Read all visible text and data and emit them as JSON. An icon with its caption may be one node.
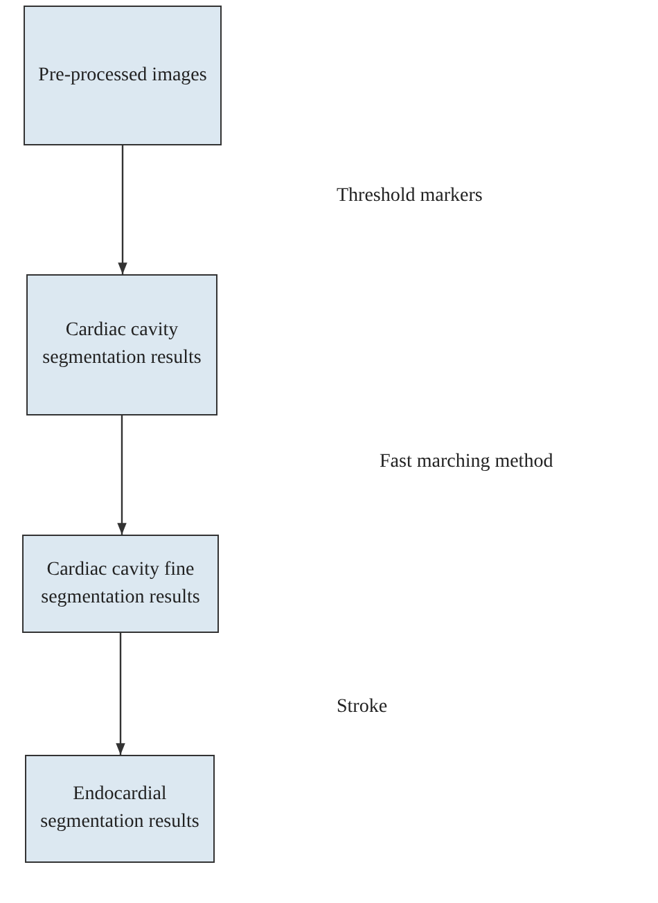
{
  "diagram": {
    "nodes": [
      {
        "text": [
          "Pre-processed images"
        ]
      },
      {
        "text": [
          "Cardiac cavity segmentation results"
        ]
      },
      {
        "text": [
          "Cardiac cavity fine segmentation results"
        ]
      },
      {
        "text": [
          "Endocardial segmentation results"
        ]
      }
    ],
    "edges": [
      {
        "from": 0,
        "to": 1,
        "arrow": "to"
      },
      {
        "from": 1,
        "to": 2,
        "arrow": "to"
      },
      {
        "from": 2,
        "to": 3,
        "arrow": "to"
      }
    ],
    "labels": [
      "Threshold markers",
      "Fast marching method",
      "Stroke"
    ]
  }
}
